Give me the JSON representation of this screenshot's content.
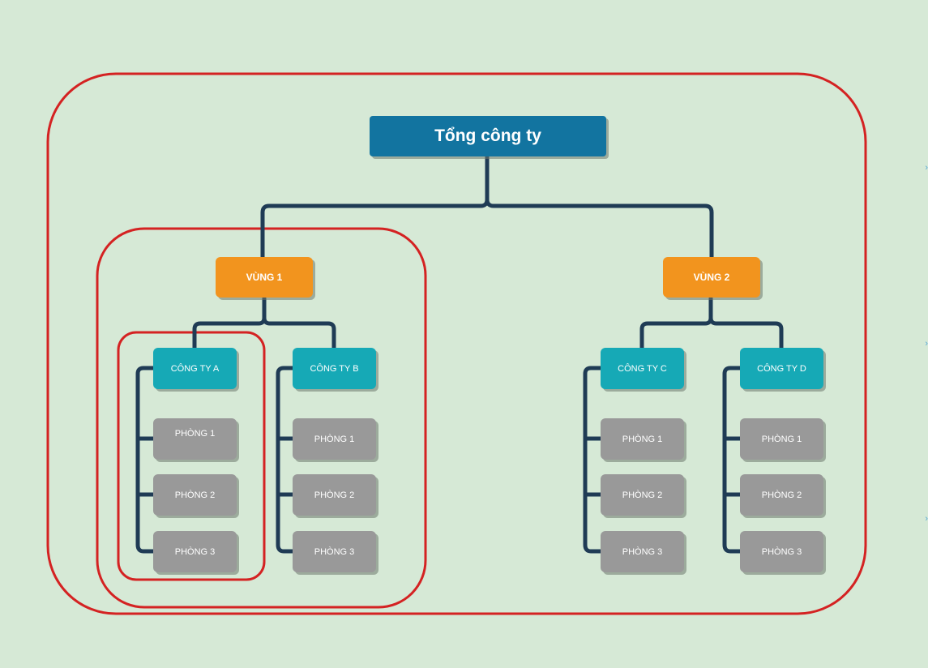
{
  "colors": {
    "background": "#d6e9d6",
    "root": "#1274a0",
    "region": "#f2941e",
    "company": "#16a9b6",
    "department": "#999999",
    "connector": "#1f3b55",
    "highlight_outline": "#d42222"
  },
  "root": {
    "label": "Tổng công ty"
  },
  "regions": [
    {
      "label": "VÙNG 1",
      "companies": [
        {
          "label": "CÔNG TY A",
          "departments": [
            "PHÒNG 1",
            "PHÒNG 2",
            "PHÒNG 3"
          ]
        },
        {
          "label": "CÔNG TY B",
          "departments": [
            "PHÒNG 1",
            "PHÒNG 2",
            "PHÒNG 3"
          ]
        }
      ]
    },
    {
      "label": "VÙNG 2",
      "companies": [
        {
          "label": "CÔNG TY C",
          "departments": [
            "PHÒNG 1",
            "PHÒNG 2",
            "PHÒNG 3"
          ]
        },
        {
          "label": "CÔNG TY D",
          "departments": [
            "PHÒNG 1",
            "PHÒNG 2",
            "PHÒNG 3"
          ]
        }
      ]
    }
  ]
}
